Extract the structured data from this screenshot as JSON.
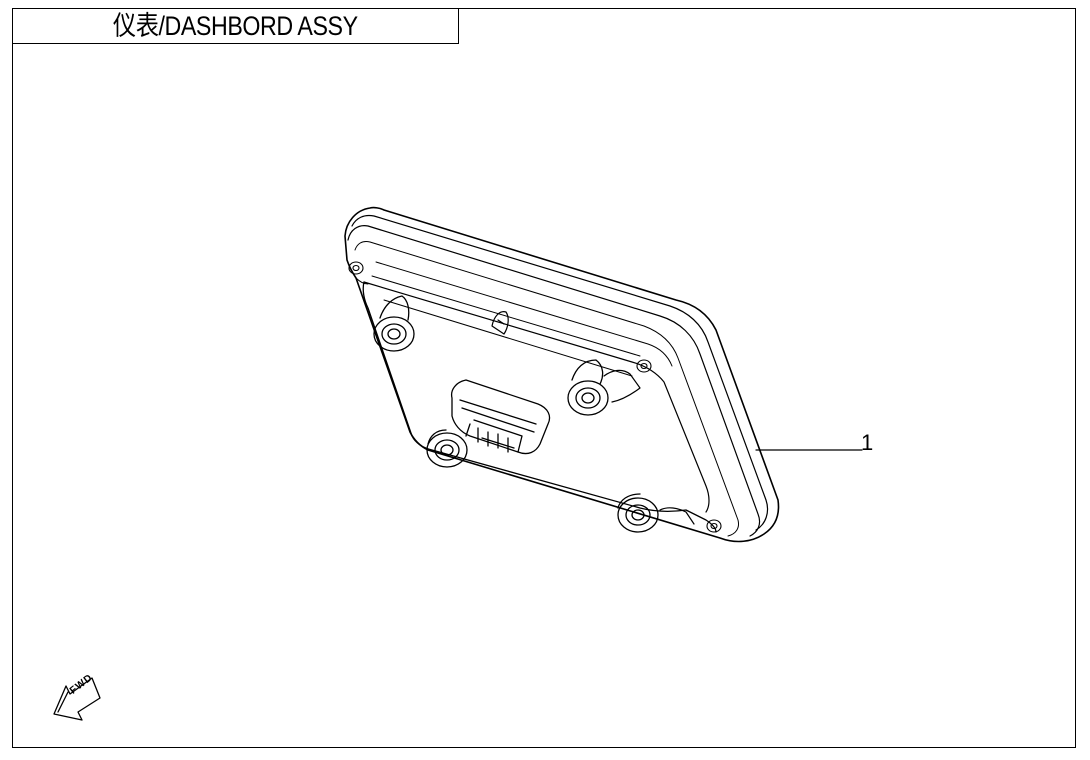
{
  "title": "仪表/DASHBORD ASSY",
  "callouts": [
    {
      "number": "1"
    }
  ],
  "fwd_label": "FWD",
  "colors": {
    "line": "#000000",
    "background": "#ffffff"
  }
}
